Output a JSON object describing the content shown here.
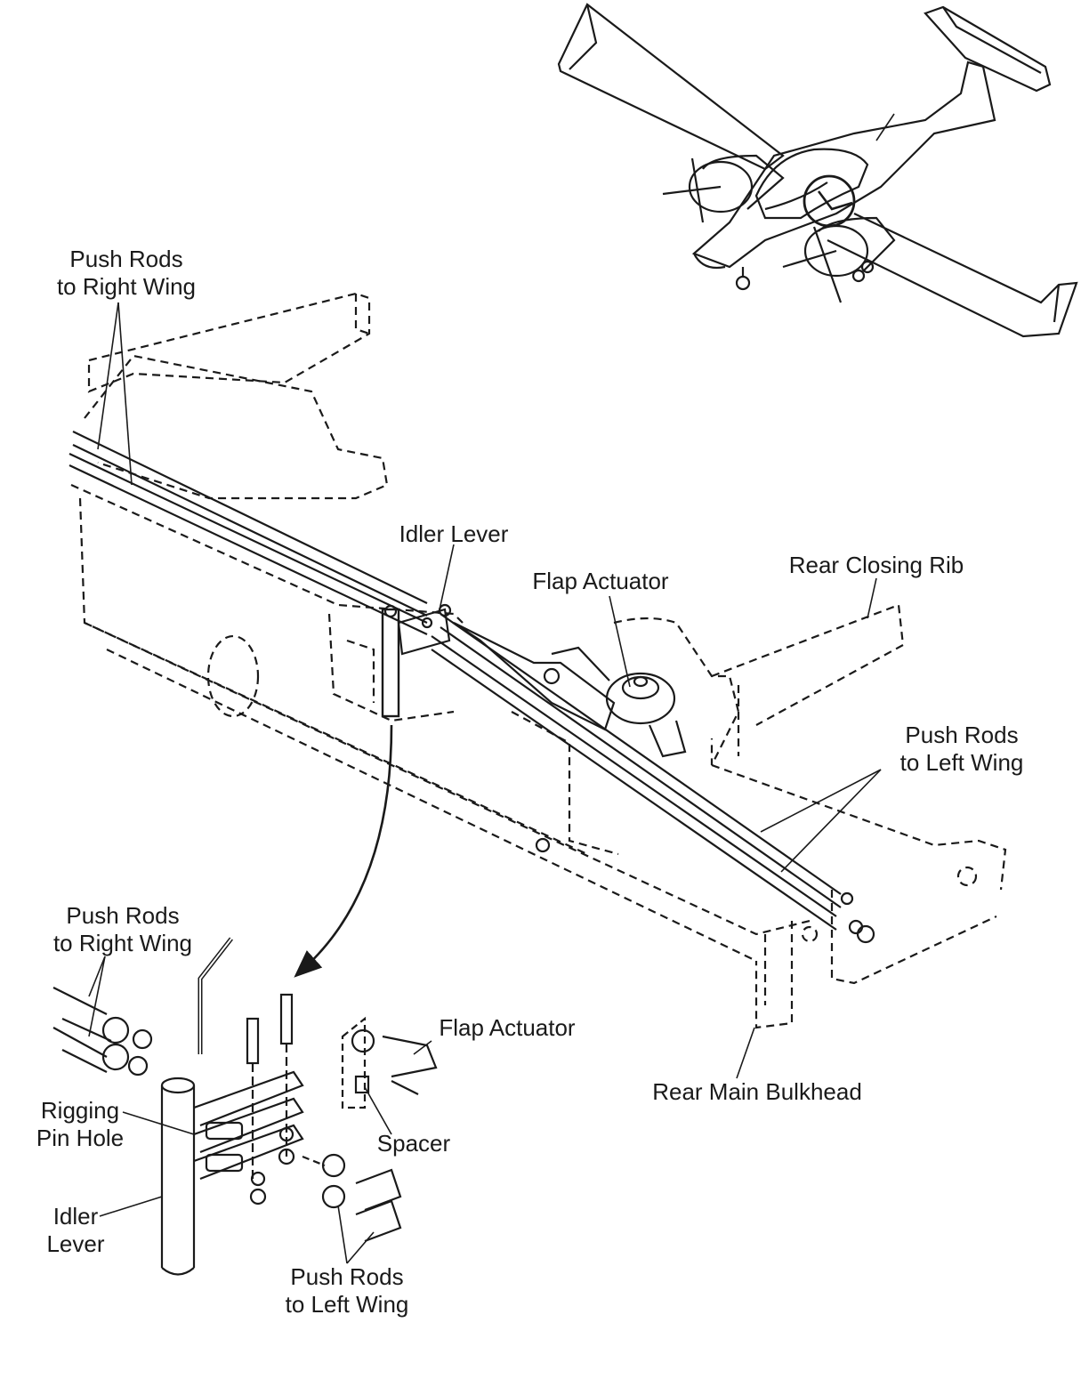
{
  "labels": {
    "push_rods_right_top": [
      "Push Rods",
      "to Right Wing"
    ],
    "idler_lever_top": "Idler Lever",
    "flap_actuator_top": "Flap Actuator",
    "rear_closing_rib": "Rear Closing Rib",
    "push_rods_left_top": [
      "Push Rods",
      "to Left Wing"
    ],
    "push_rods_right_detail": [
      "Push Rods",
      "to Right Wing"
    ],
    "flap_actuator_detail": "Flap Actuator",
    "rigging_pin_hole": [
      "Rigging",
      "Pin Hole"
    ],
    "spacer": "Spacer",
    "idler_lever_detail": [
      "Idler",
      "Lever"
    ],
    "push_rods_left_detail": [
      "Push Rods",
      "to Left Wing"
    ],
    "rear_main_bulkhead": "Rear Main Bulkhead"
  },
  "colors": {
    "ink": "#1a1a1a",
    "background": "#ffffff"
  }
}
